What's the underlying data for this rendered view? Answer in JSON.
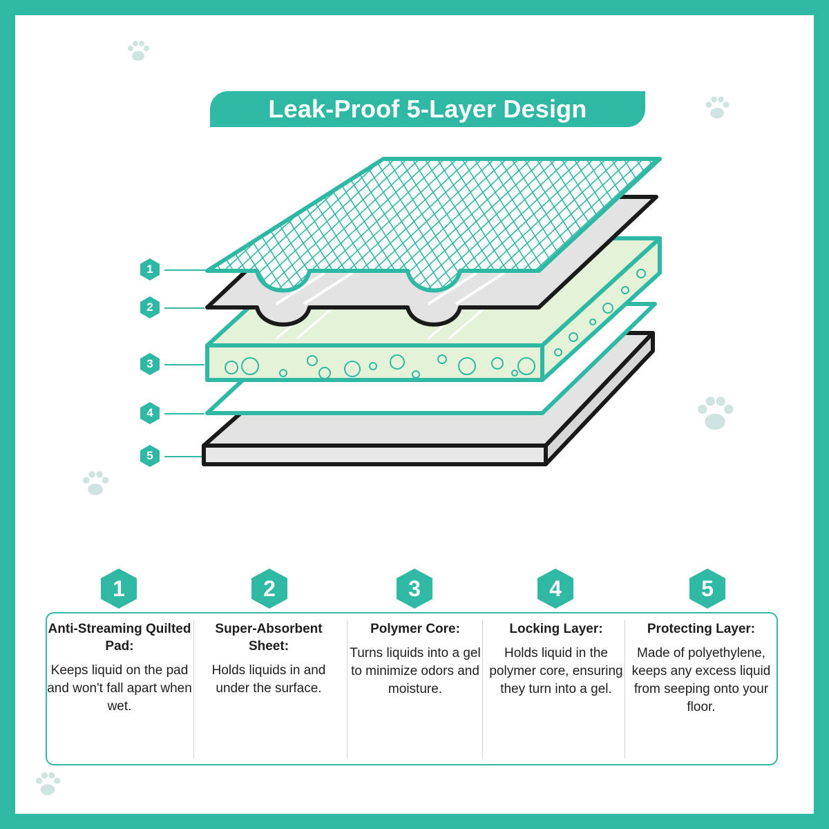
{
  "title": "Leak-Proof 5-Layer Design",
  "colors": {
    "accent": "#2fb8a3",
    "core": "#e4f3d8",
    "grey": "#e3e3e3",
    "outline": "#1a1a1a"
  },
  "layer_numbers": [
    "1",
    "2",
    "3",
    "4",
    "5"
  ],
  "columns": [
    {
      "number": "1",
      "title": "Anti-Streaming Quilted Pad:",
      "body": "Keeps liquid on the pad and won't fall apart when wet."
    },
    {
      "number": "2",
      "title": "Super-Absorbent Sheet:",
      "body": "Holds liquids in and under the surface."
    },
    {
      "number": "3",
      "title": "Polymer Core:",
      "body": "Turns liquids into a gel to minimize odors and moisture."
    },
    {
      "number": "4",
      "title": "Locking Layer:",
      "body": "Holds liquid in the polymer core, ensuring they turn into a gel."
    },
    {
      "number": "5",
      "title": "Protecting Layer:",
      "body": "Made of polyethylene, keeps any excess liquid from seeping onto your floor."
    }
  ]
}
